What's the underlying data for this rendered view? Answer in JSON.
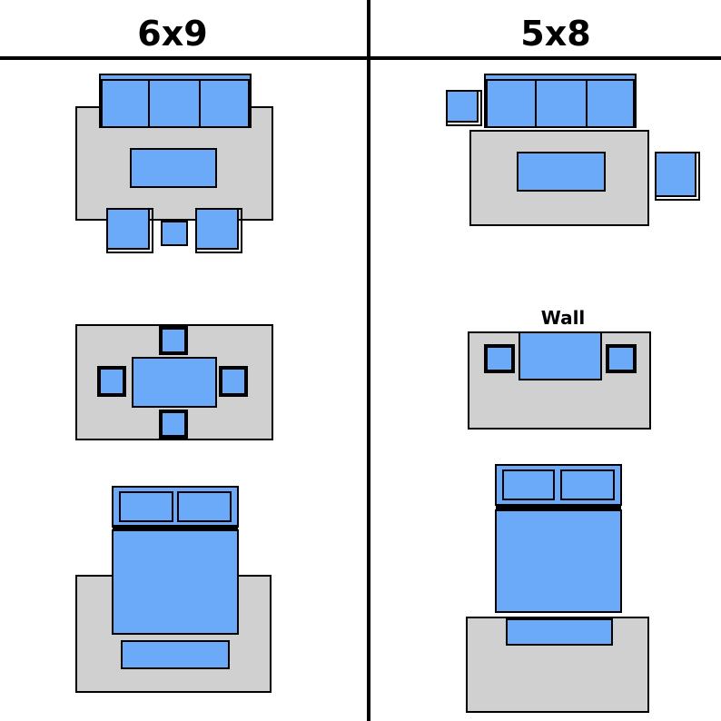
{
  "columns": {
    "left": {
      "title": "6x9"
    },
    "right": {
      "title": "5x8"
    }
  },
  "labels": {
    "wall": "Wall"
  },
  "colors": {
    "rug": "#d0d0d0",
    "furniture": "#6aaaf8",
    "outline": "#000000",
    "background": "#ffffff"
  }
}
